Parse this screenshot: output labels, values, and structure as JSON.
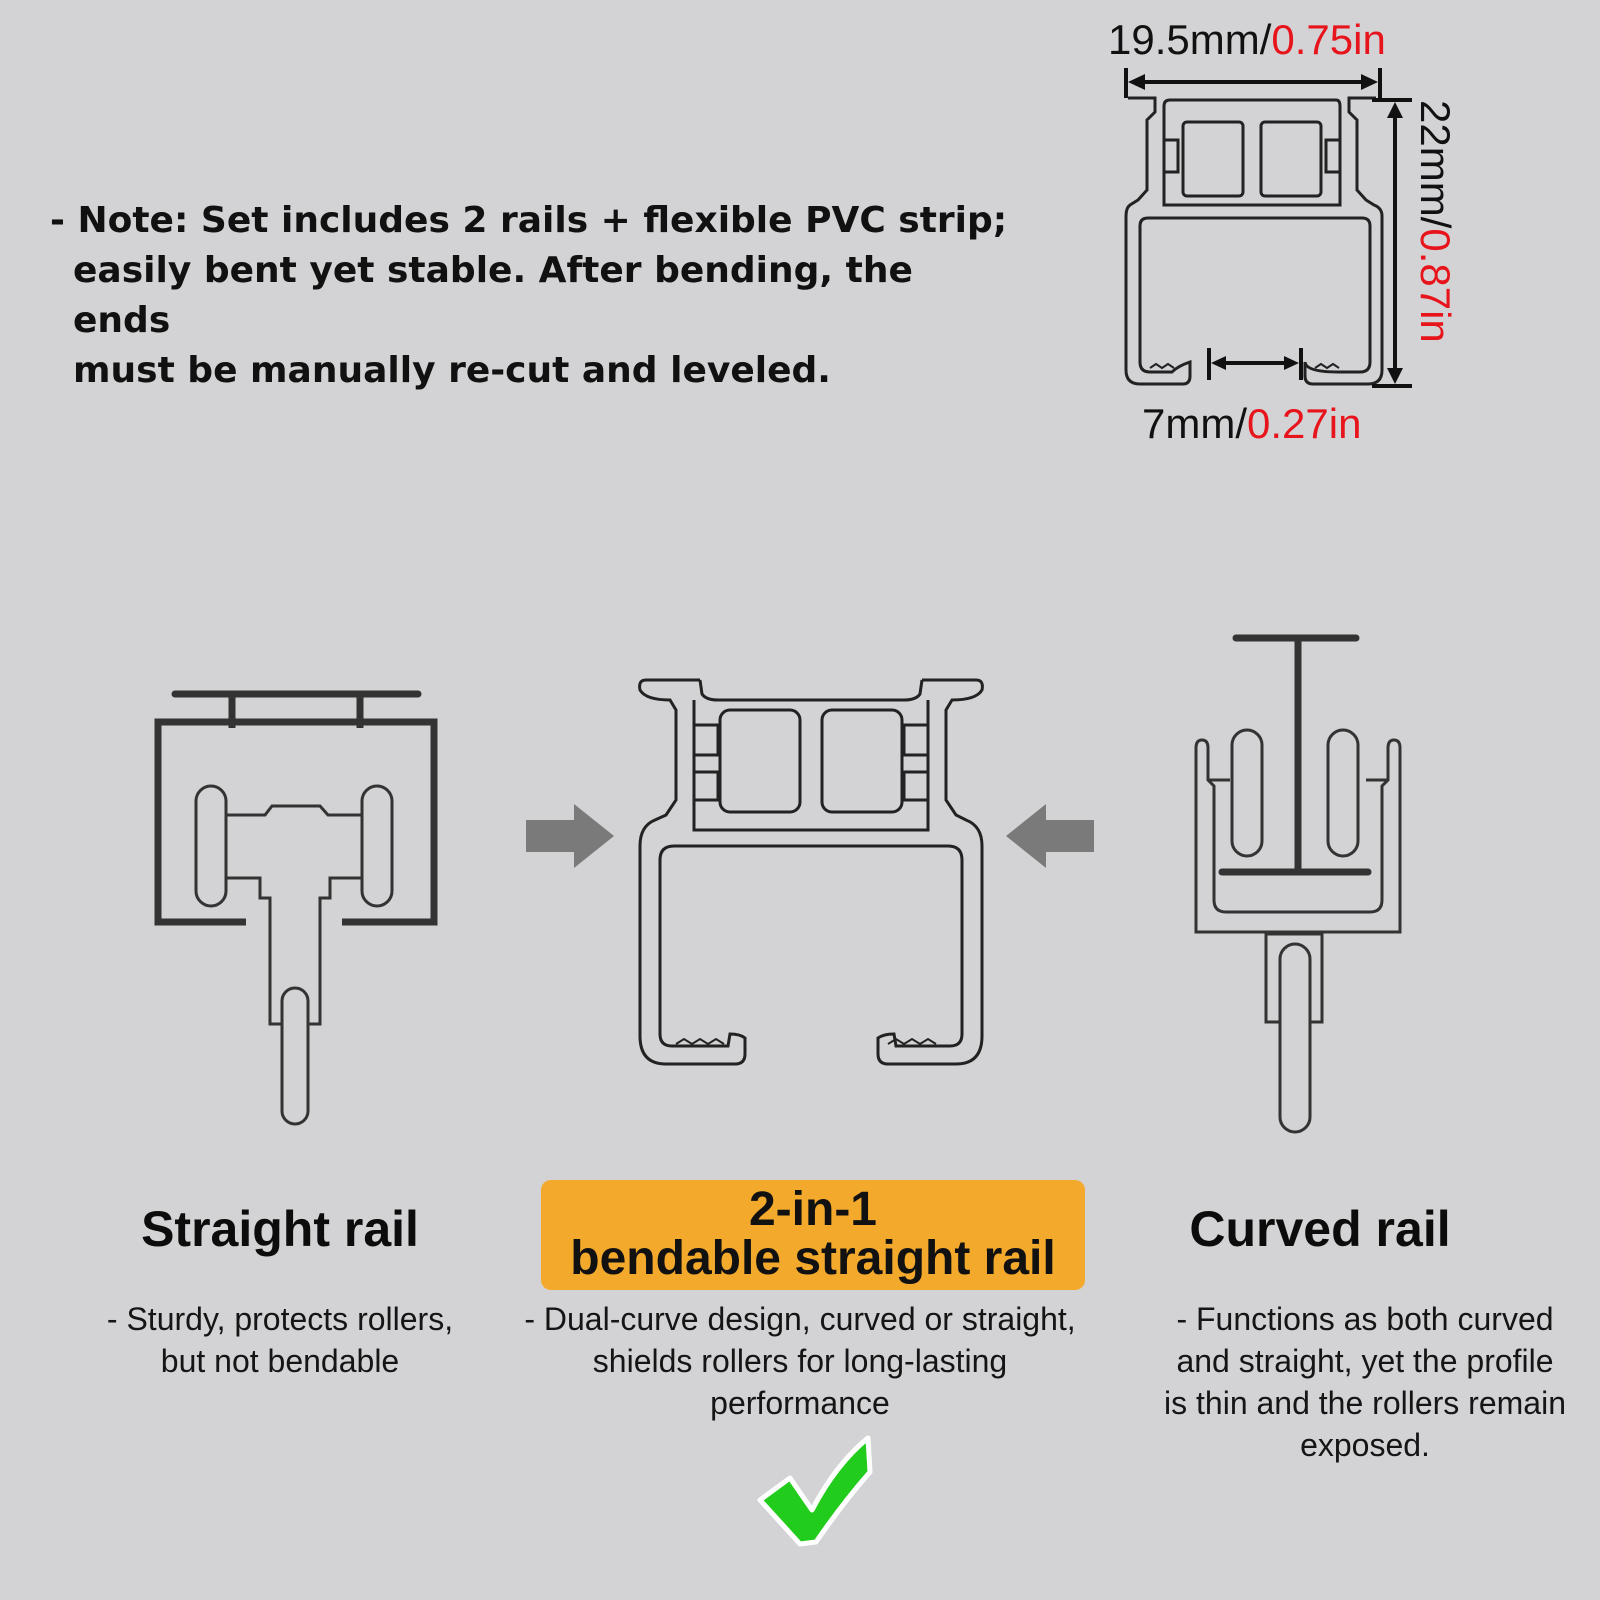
{
  "note": {
    "line1": "- Note: Set includes 2 rails + flexible PVC strip;",
    "line2": "easily bent yet stable. After bending, the ends",
    "line3": "must be manually re-cut and leveled."
  },
  "dimensions": {
    "width_mm": "19.5mm/",
    "width_in": "0.75in",
    "height_mm": "22mm/",
    "height_in": "0.87in",
    "gap_mm": "7mm/",
    "gap_in": "0.27in"
  },
  "rails": {
    "straight": {
      "title": "Straight rail",
      "desc_line1": "- Sturdy, protects rollers,",
      "desc_line2": "but not bendable"
    },
    "bendable": {
      "title_line1": "2-in-1",
      "title_line2": "bendable straight rail",
      "desc_line1": "- Dual-curve design, curved or straight,",
      "desc_line2": "shields rollers for long-lasting",
      "desc_line3": "performance"
    },
    "curved": {
      "title": "Curved rail",
      "desc_line1": "- Functions as both curved",
      "desc_line2": "and straight, yet the profile",
      "desc_line3": "is thin and the rollers remain",
      "desc_line4": "exposed."
    }
  },
  "colors": {
    "background": "#d3d3d5",
    "badge": "#f3aa2c",
    "dimension_red": "#e8141b",
    "check_green": "#22cc1c",
    "arrow_gray": "#7a7a7a"
  },
  "icons": [
    "check-mark-icon",
    "arrow-right-icon",
    "arrow-left-icon"
  ]
}
